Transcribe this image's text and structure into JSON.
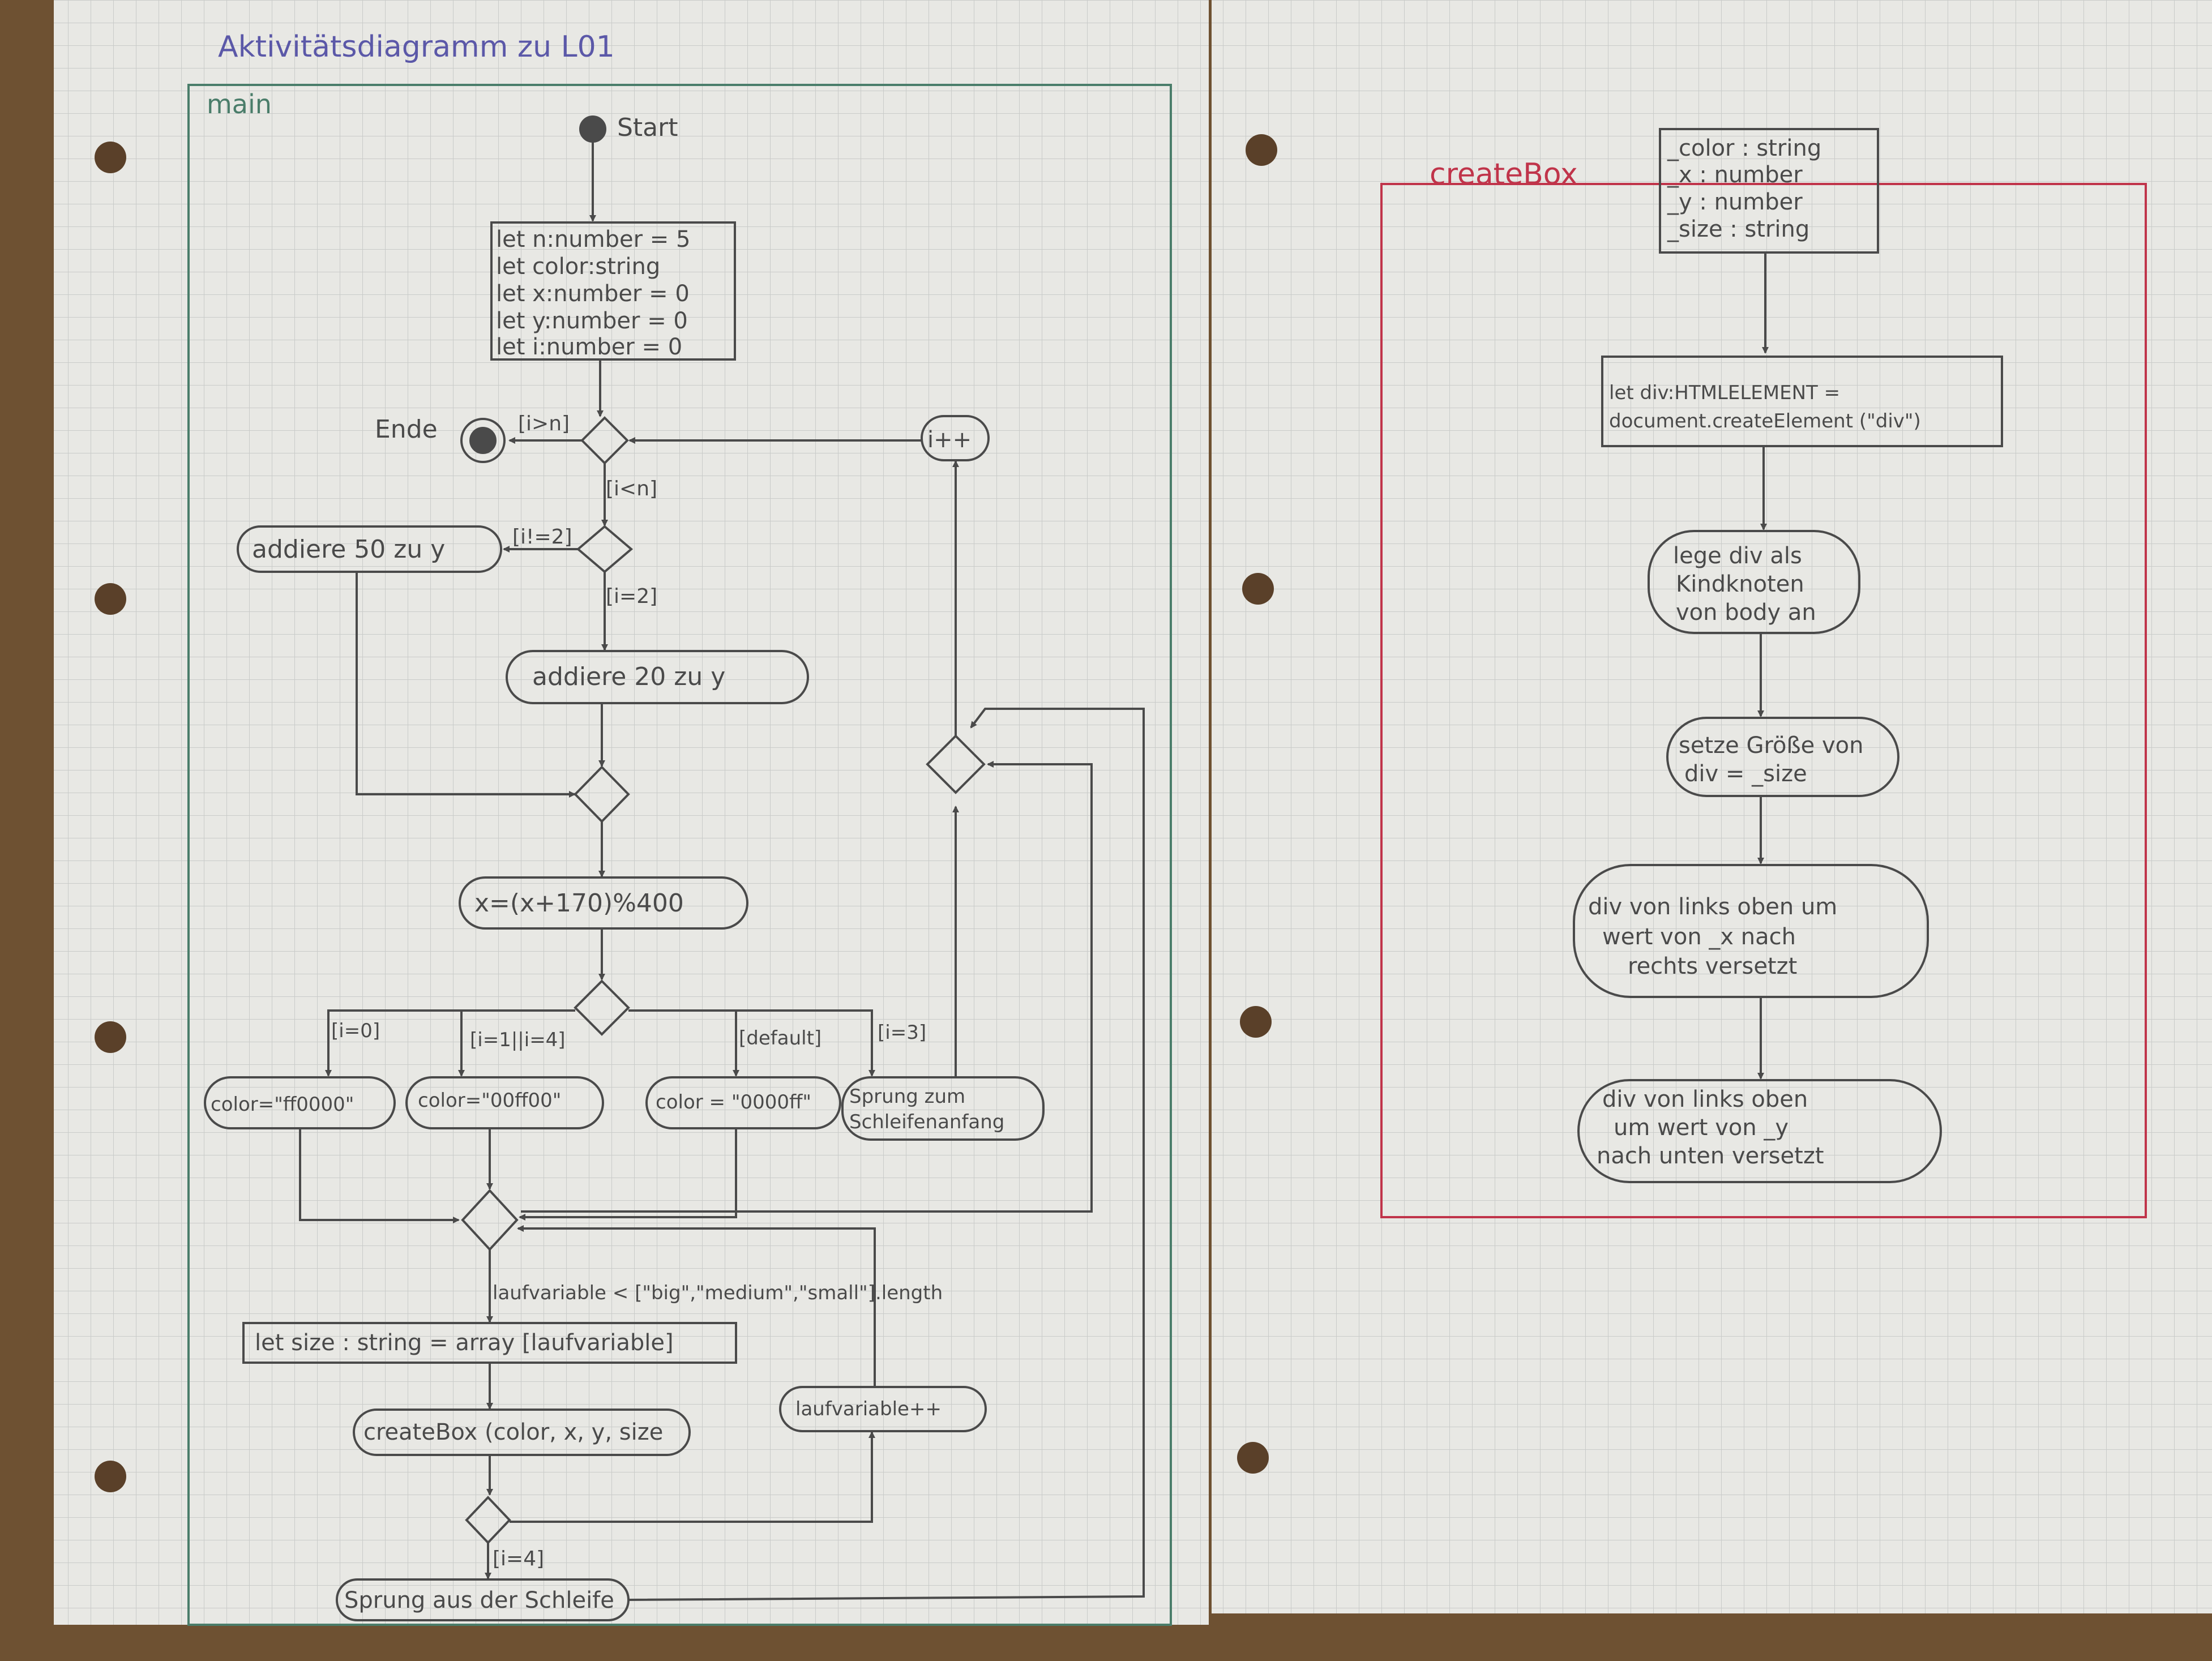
{
  "title": "Aktivitätsdiagramm zu L01",
  "main": {
    "frame_label": "main",
    "start": "Start",
    "end": "Ende",
    "init_lines": [
      "let n:number = 5",
      "let color:string",
      "let x:number = 0",
      "let y:number = 0",
      "let i:number = 0"
    ],
    "guard_i_ge_n": "[i>n]",
    "guard_i_lt_n": "[i<n]",
    "guard_i_ne_2": "[i!=2]",
    "guard_i_eq_2": "[i=2]",
    "add50": "addiere 50 zu y",
    "add20": "addiere 20 zu y",
    "xcalc": "x=(x+170)%400",
    "inc_i": "i++",
    "guard_i0": "[i=0]",
    "guard_i1_4": "[i=1||i=4]",
    "guard_default": "[default]",
    "guard_i3": "[i=3]",
    "color_red": "color=\"ff0000\"",
    "color_green": "color=\"00ff00\"",
    "color_blue": "color = \"0000ff\"",
    "jump_start": [
      "Sprung zum",
      "Schleifenanfang"
    ],
    "loop_guard": "laufvariable < [\"big\",\"medium\",\"small\"].length",
    "size_stmt": "let size : string = array [laufvariable]",
    "create_call": "createBox (color, x, y, size",
    "laufvar_inc": "laufvariable++",
    "guard_i4": "[i=4]",
    "jump_out": "Sprung aus der Schleife"
  },
  "createbox": {
    "frame_label": "createBox",
    "params": [
      "_color : string",
      "_x : number",
      "_y : number",
      "_size : string"
    ],
    "decl": [
      "let div:HTMLELEMENT =",
      "document.createElement (\"div\")"
    ],
    "append": [
      "lege div als",
      "Kindknoten",
      "von body an"
    ],
    "setsize": [
      "setze Größe von",
      "div = _size"
    ],
    "move_x": [
      "div von links oben um",
      "wert von _x nach",
      "rechts versetzt"
    ],
    "move_y": [
      "div von links oben",
      "um wert von _y",
      "nach unten versetzt"
    ]
  },
  "colors": {
    "wood": "#6e5132",
    "paper": "#e8e8e4",
    "grid": "#c9cbc9",
    "ink": "#4a4a4a",
    "frame_green": "#4a7d6a",
    "frame_red": "#c0344a",
    "title_ink": "#5b58a8"
  }
}
